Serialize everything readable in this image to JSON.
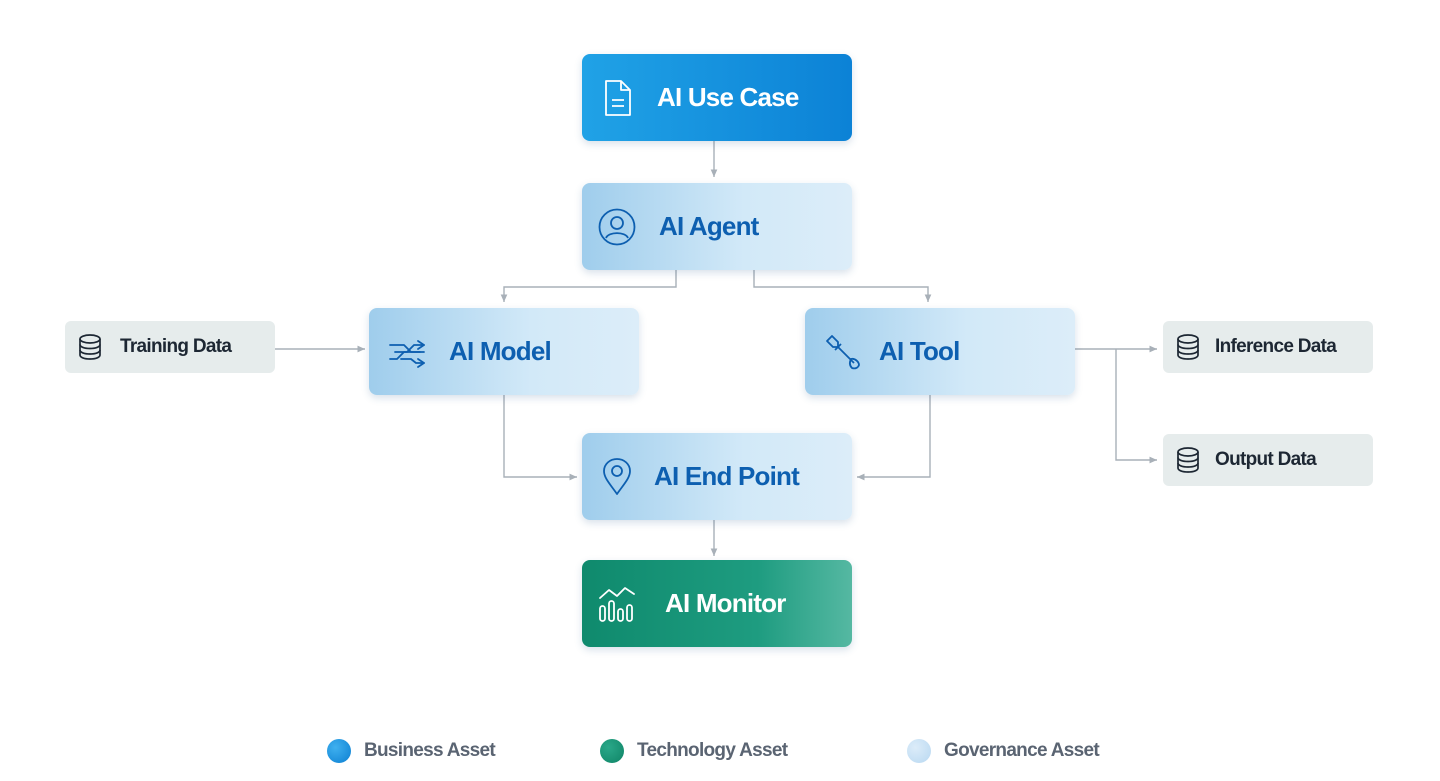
{
  "nodes": {
    "use_case": {
      "label": "AI Use Case",
      "icon": "document-icon",
      "category": "business"
    },
    "agent": {
      "label": "AI Agent",
      "icon": "user-icon",
      "category": "governance"
    },
    "model": {
      "label": "AI Model",
      "icon": "model-icon",
      "category": "governance"
    },
    "tool": {
      "label": "AI Tool",
      "icon": "wrench-icon",
      "category": "governance"
    },
    "endpoint": {
      "label": "AI End Point",
      "icon": "location-pin-icon",
      "category": "governance"
    },
    "monitor": {
      "label": "AI Monitor",
      "icon": "monitor-chart-icon",
      "category": "technology"
    }
  },
  "data_sources": {
    "training": {
      "label": "Training Data",
      "icon": "database-icon"
    },
    "inference": {
      "label": "Inference Data",
      "icon": "database-icon"
    },
    "output": {
      "label": "Output Data",
      "icon": "database-icon"
    }
  },
  "edges": [
    [
      "use_case",
      "agent"
    ],
    [
      "agent",
      "model"
    ],
    [
      "agent",
      "tool"
    ],
    [
      "training",
      "model"
    ],
    [
      "model",
      "endpoint"
    ],
    [
      "tool",
      "endpoint"
    ],
    [
      "tool",
      "inference"
    ],
    [
      "tool",
      "output"
    ],
    [
      "endpoint",
      "monitor"
    ]
  ],
  "legend": [
    {
      "label": "Business Asset",
      "color": "#1a8fe0"
    },
    {
      "label": "Technology Asset",
      "color": "#12906f"
    },
    {
      "label": "Governance Asset",
      "color": "#c4def3"
    }
  ],
  "colors": {
    "business": "#1a8fe0",
    "technology": "#12906f",
    "governance": "#c4def3",
    "governance_text": "#0d5fb0",
    "connector": "#a8b0b8",
    "data_fill": "#e6ecec"
  }
}
